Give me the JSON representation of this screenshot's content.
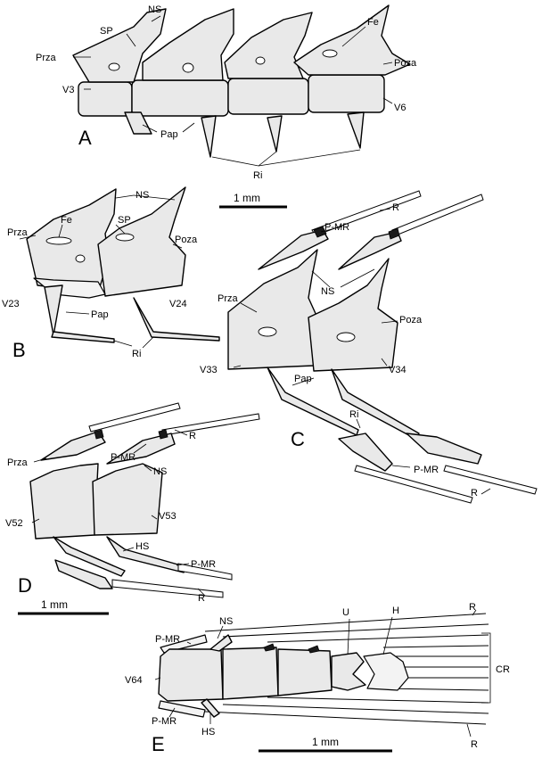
{
  "panels": {
    "A": {
      "letter": "A",
      "labels": {
        "ns": "NS",
        "sp": "SP",
        "fe": "Fe",
        "prza": "Prza",
        "poza": "Poza",
        "v3": "V3",
        "v6": "V6",
        "pap": "Pap",
        "ri": "Ri"
      }
    },
    "B": {
      "letter": "B",
      "labels": {
        "ns": "NS",
        "fe": "Fe",
        "sp": "SP",
        "prza": "Prza",
        "poza": "Poza",
        "v23": "V23",
        "v24": "V24",
        "pap": "Pap",
        "ri": "Ri"
      }
    },
    "C": {
      "letter": "C",
      "labels": {
        "r_top": "R",
        "pmr_top": "P-MR",
        "ns": "NS",
        "prza": "Prza",
        "poza": "Poza",
        "v33": "V33",
        "v34": "V34",
        "pap": "Pap",
        "ri": "Ri",
        "pmr_bottom": "P-MR",
        "r_bottom": "R"
      }
    },
    "D": {
      "letter": "D",
      "labels": {
        "r_top": "R",
        "pmr_top": "P-MR",
        "prza": "Prza",
        "ns": "NS",
        "v52": "V52",
        "v53": "V53",
        "hs": "HS",
        "pmr_bottom": "P-MR",
        "r_bottom": "R"
      }
    },
    "E": {
      "letter": "E",
      "labels": {
        "r_top": "R",
        "u": "U",
        "h": "H",
        "ns": "NS",
        "pmr_top": "P-MR",
        "cr": "CR",
        "v64": "V64",
        "pmr_bottom": "P-MR",
        "hs": "HS",
        "r_bottom": "R"
      }
    }
  },
  "scale_bars": {
    "upper": "1 mm",
    "middle": "1 mm",
    "lower": "1 mm"
  }
}
